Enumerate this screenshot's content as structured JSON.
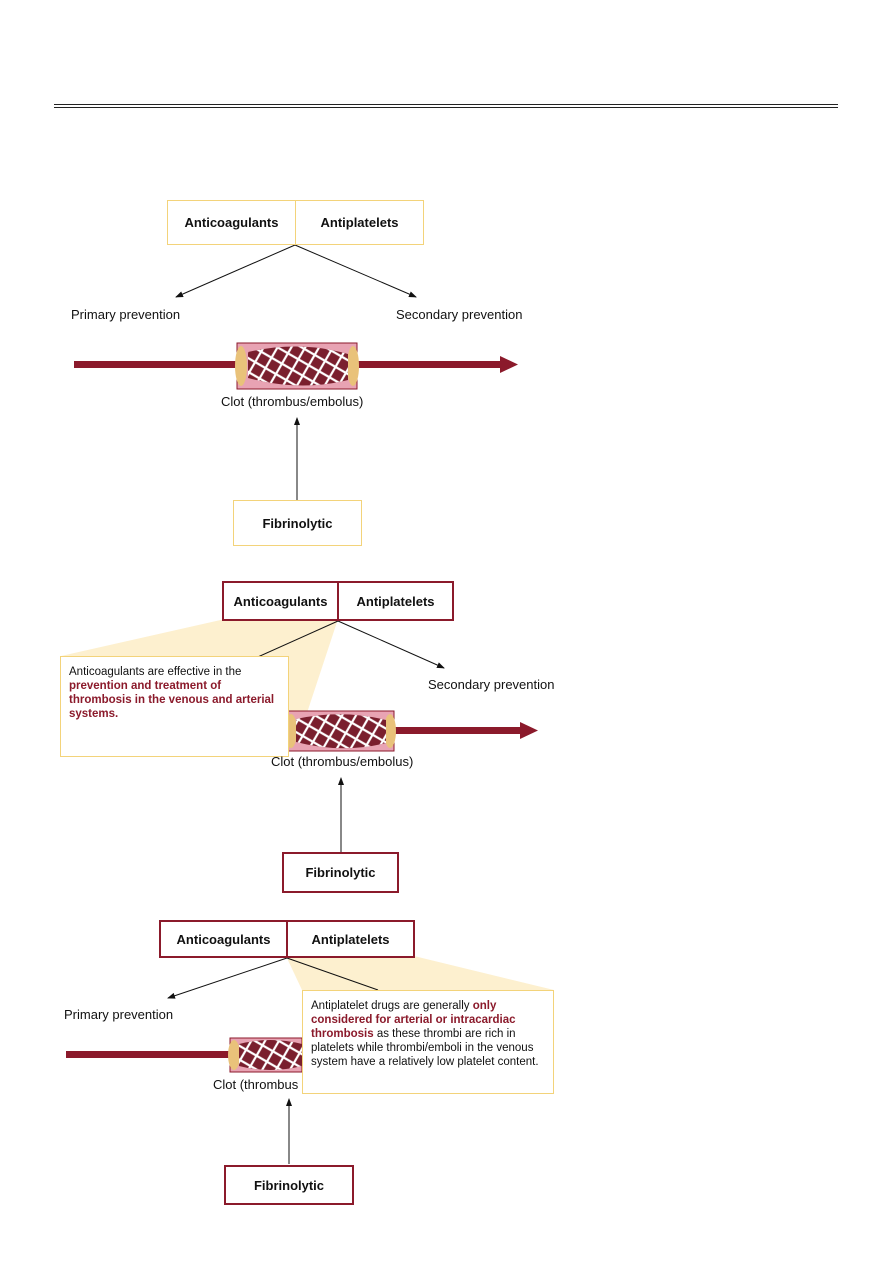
{
  "panels": [
    {
      "anticoagulants": "Anticoagulants",
      "antiplatelets": "Antiplatelets",
      "primary": "Primary prevention",
      "secondary": "Secondary prevention",
      "clot": "Clot (thrombus/embolus)",
      "fibrinolytic": "Fibrinolytic"
    },
    {
      "anticoagulants": "Anticoagulants",
      "antiplatelets": "Antiplatelets",
      "secondary": "Secondary prevention",
      "clot": "Clot (thrombus/embolus)",
      "fibrinolytic": "Fibrinolytic",
      "callout": {
        "text_plain": "Anticoagulants are effective in the",
        "text_highlight": "prevention and treatment of thrombosis in the venous and arterial systems."
      }
    },
    {
      "anticoagulants": "Anticoagulants",
      "antiplatelets": "Antiplatelets",
      "primary": "Primary prevention",
      "clot": "Clot (thrombus",
      "fibrinolytic": "Fibrinolytic",
      "callout": {
        "text_plain_1": "Antiplatelet drugs are generally",
        "text_highlight": "only considered for arterial or intracardiac thrombosis",
        "text_plain_2": "as these thrombi are rich in platelets while thrombi/emboli in the venous system have a relatively low platelet content."
      }
    }
  ],
  "colors": {
    "dark_red": "#8b1a2b",
    "yellow_border": "#f3d37a",
    "clot_pink": "#e8a3b3",
    "callout_fill": "#fdf0cf"
  }
}
